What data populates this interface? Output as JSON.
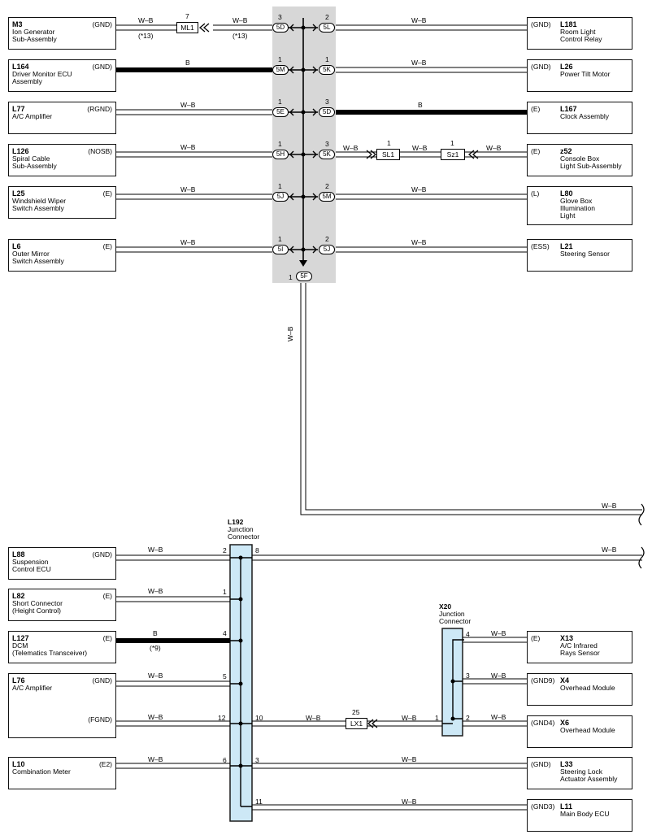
{
  "left_components": [
    {
      "id": "M3",
      "code": "M3",
      "name": "Ion Generator\nSub-Assembly",
      "pin": "(GND)"
    },
    {
      "id": "L164",
      "code": "L164",
      "name": "Driver Monitor ECU\nAssembly",
      "pin": "(GND)"
    },
    {
      "id": "L77",
      "code": "L77",
      "name": "A/C Amplifier",
      "pin": "(RGND)"
    },
    {
      "id": "L126",
      "code": "L126",
      "name": "Spiral Cable\nSub-Assembly",
      "pin": "(NOSB)"
    },
    {
      "id": "L25",
      "code": "L25",
      "name": "Windshield Wiper\nSwitch Assembly",
      "pin": "(E)"
    },
    {
      "id": "L6",
      "code": "L6",
      "name": "Outer Mirror\nSwitch Assembly",
      "pin": "(E)"
    },
    {
      "id": "L88",
      "code": "L88",
      "name": "Suspension\nControl ECU",
      "pin": "(GND)"
    },
    {
      "id": "L82",
      "code": "L82",
      "name": "Short Connector\n(Height Control)",
      "pin": "(E)"
    },
    {
      "id": "L127",
      "code": "L127",
      "name": "DCM\n(Telematics Transceiver)",
      "pin": "(E)"
    },
    {
      "id": "L76",
      "code": "L76",
      "name": "A/C Amplifier",
      "pin": "(GND)",
      "pin2": "(FGND)"
    },
    {
      "id": "L10",
      "code": "L10",
      "name": "Combination Meter",
      "pin": "(E2)"
    }
  ],
  "right_components": [
    {
      "id": "L181",
      "code": "L181",
      "name": "Room Light\nControl Relay",
      "pin": "(GND)"
    },
    {
      "id": "L26",
      "code": "L26",
      "name": "Power Tilt Motor",
      "pin": "(GND)"
    },
    {
      "id": "L167",
      "code": "L167",
      "name": "Clock Assembly",
      "pin": "(E)"
    },
    {
      "id": "z52",
      "code": "z52",
      "name": "Console Box\nLight Sub-Assembly",
      "pin": "(E)"
    },
    {
      "id": "L80",
      "code": "L80",
      "name": "Glove Box\nIllumination\nLight",
      "pin": "(L)"
    },
    {
      "id": "L21",
      "code": "L21",
      "name": "Steering Sensor",
      "pin": "(ESS)"
    },
    {
      "id": "X13",
      "code": "X13",
      "name": "A/C Infrared\nRays Sensor",
      "pin": "(E)"
    },
    {
      "id": "X4",
      "code": "X4",
      "name": "Overhead Module",
      "pin": "(GND9)"
    },
    {
      "id": "X6",
      "code": "X6",
      "name": "Overhead Module",
      "pin": "(GND4)"
    },
    {
      "id": "L33",
      "code": "L33",
      "name": "Steering Lock\nActuator Assembly",
      "pin": "(GND)"
    },
    {
      "id": "L11",
      "code": "L11",
      "name": "Main Body ECU",
      "pin": "(GND3)"
    }
  ],
  "junctions": {
    "L192": {
      "code": "L192",
      "name": "Junction\nConnector"
    },
    "X20": {
      "code": "X20",
      "name": "Junction\nConnector"
    }
  },
  "top_connectors": {
    "left": [
      {
        "label": "5D",
        "pin": "3"
      },
      {
        "label": "5M",
        "pin": "1"
      },
      {
        "label": "5E",
        "pin": "1"
      },
      {
        "label": "5H",
        "pin": "1"
      },
      {
        "label": "5J",
        "pin": "1"
      },
      {
        "label": "5I",
        "pin": "1"
      }
    ],
    "right": [
      {
        "label": "5L",
        "pin": "2"
      },
      {
        "label": "5K",
        "pin": "1"
      },
      {
        "label": "5D",
        "pin": "3"
      },
      {
        "label": "5K",
        "pin": "3"
      },
      {
        "label": "5M",
        "pin": "2"
      },
      {
        "label": "5J",
        "pin": "2"
      }
    ],
    "bottom": {
      "label": "5F",
      "pin": "1"
    }
  },
  "inline_connectors": {
    "ML1": {
      "label": "ML1",
      "pin": "7"
    },
    "SL1": {
      "label": "SL1",
      "pin": "1"
    },
    "Sz1": {
      "label": "Sz1",
      "pin": "1"
    },
    "LX1": {
      "label": "LX1",
      "pin": "25"
    }
  },
  "wire_colors": {
    "wb": "W–B",
    "b": "B"
  },
  "notes": {
    "n13": "(*13)",
    "n9": "(*9)"
  },
  "l192_pins": {
    "p2": "2",
    "p8": "8",
    "p1": "1",
    "p4": "4",
    "p5": "5",
    "p12": "12",
    "p10": "10",
    "p6": "6",
    "p3": "3",
    "p11": "11"
  },
  "x20_pins": {
    "p4": "4",
    "p3": "3",
    "p1": "1",
    "p2": "2"
  },
  "colors": {
    "splice_bg": "#d7d7d7",
    "junction_fill": "#cde8f6",
    "junction_stroke": "#1c1c1c"
  }
}
